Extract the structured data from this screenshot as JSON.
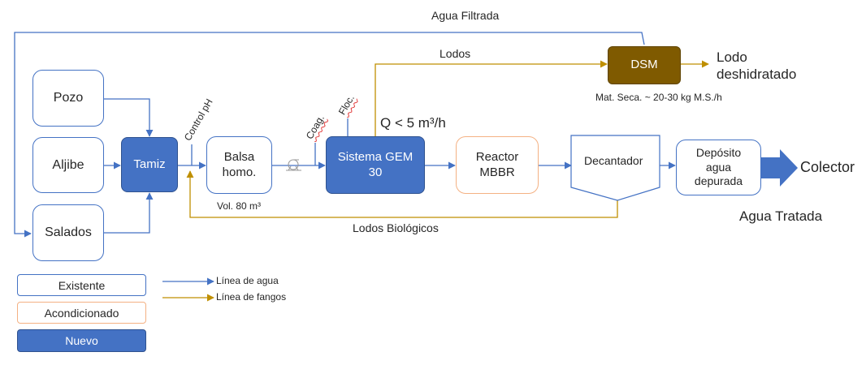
{
  "nodes": {
    "pozo": "Pozo",
    "aljibe": "Aljibe",
    "salados": "Salados",
    "tamiz": "Tamiz",
    "balsa": "Balsa homo.",
    "gem": "Sistema GEM 30",
    "reactor": "Reactor MBBR",
    "decantador": "Decantador",
    "deposito": "Depósito agua depurada",
    "dsm": "DSM"
  },
  "labels": {
    "agua_filtrada": "Agua Filtrada",
    "lodos": "Lodos",
    "lodo_deshidratado": "Lodo deshidratado",
    "mat_seca": "Mat. Seca. ~ 20-30 kg M.S./h",
    "control_ph": "Control pH",
    "coag": "Coag.",
    "floc": "Floc.",
    "caudal": "Q < 5 m³/h",
    "vol": "Vol. 80 m³",
    "lodos_biologicos": "Lodos Biológicos",
    "colector": "Colector",
    "agua_tratada": "Agua Tratada"
  },
  "legend": {
    "existente": "Existente",
    "acondicionado": "Acondicionado",
    "nuevo": "Nuevo",
    "linea_agua": "Línea de agua",
    "linea_fangos": "Línea de fangos"
  },
  "colors": {
    "water_line": "#4472c4",
    "sludge_line": "#bf8f00",
    "nuevo_fill": "#4472c4",
    "acondicionado_border": "#f4b183",
    "existente_border": "#4472c4",
    "dsm_fill": "#7f5a00"
  }
}
